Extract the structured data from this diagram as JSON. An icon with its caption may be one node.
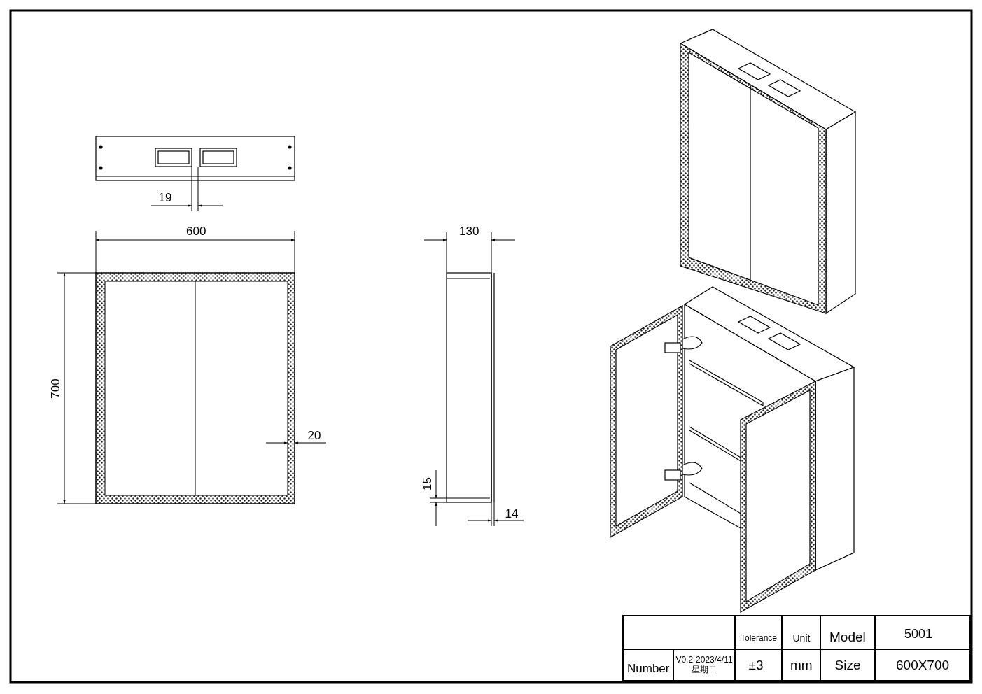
{
  "diagram": {
    "labels": [
      "19",
      "600",
      "130",
      "700",
      "20",
      "15",
      "14",
      "Tolerance",
      "Unit",
      "Model",
      "5001",
      "Number",
      "V0.2-2023/4/11 星期二",
      "±3",
      "mm",
      "Size",
      "600X700"
    ]
  }
}
